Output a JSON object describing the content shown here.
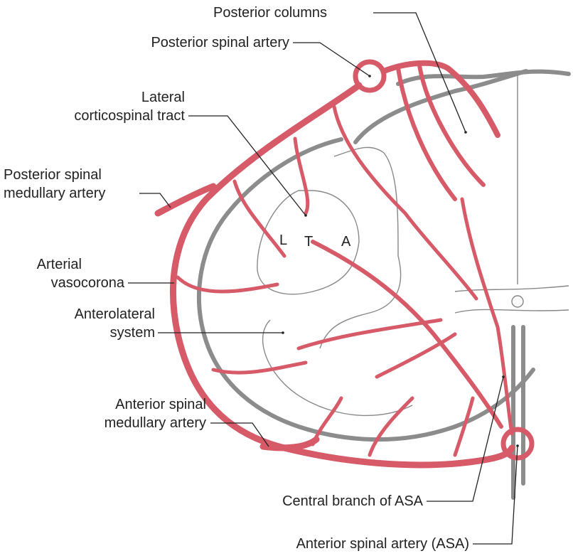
{
  "figure": {
    "subject": "Arterial supply of the spinal cord (cross-section)",
    "colors": {
      "artery": "#d65a68",
      "gray_matter_outline": "#8c8c8c",
      "leader_line": "#222222"
    }
  },
  "labels": {
    "posterior_columns": "Posterior columns",
    "posterior_spinal_artery": "Posterior spinal artery",
    "lateral_corticospinal_tract_1": "Lateral",
    "lateral_corticospinal_tract_2": "corticospinal tract",
    "posterior_spinal_medullary_artery_1": "Posterior spinal",
    "posterior_spinal_medullary_artery_2": "medullary artery",
    "arterial_vasocorona_1": "Arterial",
    "arterial_vasocorona_2": "vasocorona",
    "anterolateral_system_1": "Anterolateral",
    "anterolateral_system_2": "system",
    "anterior_spinal_medullary_artery_1": "Anterior spinal",
    "anterior_spinal_medullary_artery_2": "medullary artery",
    "central_branch_of_asa": "Central branch of ASA",
    "anterior_spinal_artery": "Anterior spinal artery (ASA)",
    "letter_l": "L",
    "letter_t": "T",
    "letter_a": "A"
  }
}
